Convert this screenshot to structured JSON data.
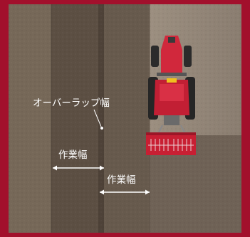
{
  "labels": {
    "overlap_width": "オーバーラップ幅",
    "work_width_1": "作業幅",
    "work_width_2": "作業幅"
  },
  "colors": {
    "frame": "#a2102c",
    "soil": "#6b5d50",
    "soil_dark": "#5a4c41",
    "soil_light": "#7d6f62",
    "tractor_red": "#d1283c",
    "annotation": "#ffffff"
  }
}
